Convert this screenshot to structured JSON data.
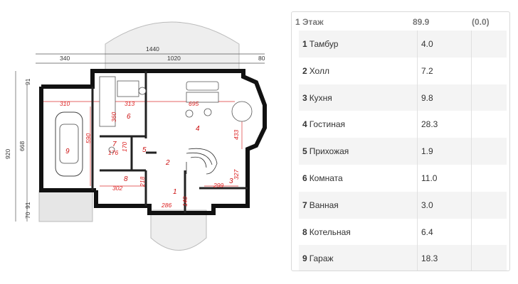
{
  "plan": {
    "dimensions": {
      "total_width": "1440",
      "left_width": "340",
      "mid_width": "1020",
      "right_width": "80",
      "height_total": "920",
      "height_garage": "668",
      "top_offset": "91",
      "bottom_offset_1": "91",
      "bottom_offset_2": "70",
      "d310": "310",
      "d313": "313",
      "d695": "695",
      "d360": "360",
      "d590": "590",
      "d176": "176",
      "d170": "170",
      "d302": "302",
      "d218": "218",
      "d286": "286",
      "d140": "140",
      "d299": "299",
      "d327": "327",
      "d433": "433"
    },
    "room_numbers": [
      "1",
      "2",
      "3",
      "4",
      "5",
      "6",
      "7",
      "8",
      "9"
    ]
  },
  "table": {
    "floor_label": "1 Этаж",
    "floor_total": "89.9",
    "floor_extra": "(0.0)",
    "rooms": [
      {
        "num": "1",
        "name": "Тамбур",
        "area": "4.0"
      },
      {
        "num": "2",
        "name": "Холл",
        "area": "7.2"
      },
      {
        "num": "3",
        "name": "Кухня",
        "area": "9.8"
      },
      {
        "num": "4",
        "name": "Гостиная",
        "area": "28.3"
      },
      {
        "num": "5",
        "name": "Прихожая",
        "area": "1.9"
      },
      {
        "num": "6",
        "name": "Комната",
        "area": "11.0"
      },
      {
        "num": "7",
        "name": "Ванная",
        "area": "3.0"
      },
      {
        "num": "8",
        "name": "Котельная",
        "area": "6.4"
      },
      {
        "num": "9",
        "name": "Гараж",
        "area": "18.3"
      }
    ]
  }
}
